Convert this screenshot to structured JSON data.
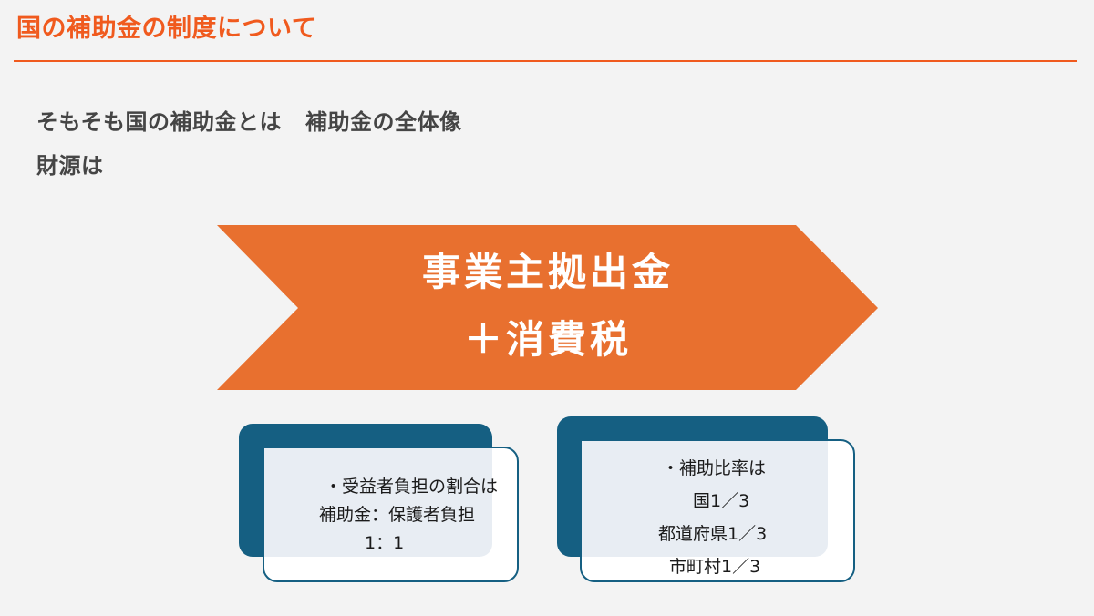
{
  "slide": {
    "title": "国の補助金の制度について",
    "accent_color": "#f05a1e",
    "lead_lines": [
      {
        "part1": "そもそも国の補助金とは",
        "part2": "補助金の全体像"
      },
      {
        "part1": "財源は"
      }
    ],
    "chevron": {
      "color": "#e8702f",
      "line1": "事業主拠出金",
      "line2": "＋消費税"
    },
    "cards": [
      {
        "color": "#155f82",
        "lines": [
          "・受益者負担の割合は",
          "補助金：保護者負担",
          "1：1"
        ]
      },
      {
        "color": "#155f82",
        "lines": [
          "・補助比率は",
          "国1／3",
          "都道府県1／3",
          "市町村1／3"
        ]
      }
    ]
  }
}
